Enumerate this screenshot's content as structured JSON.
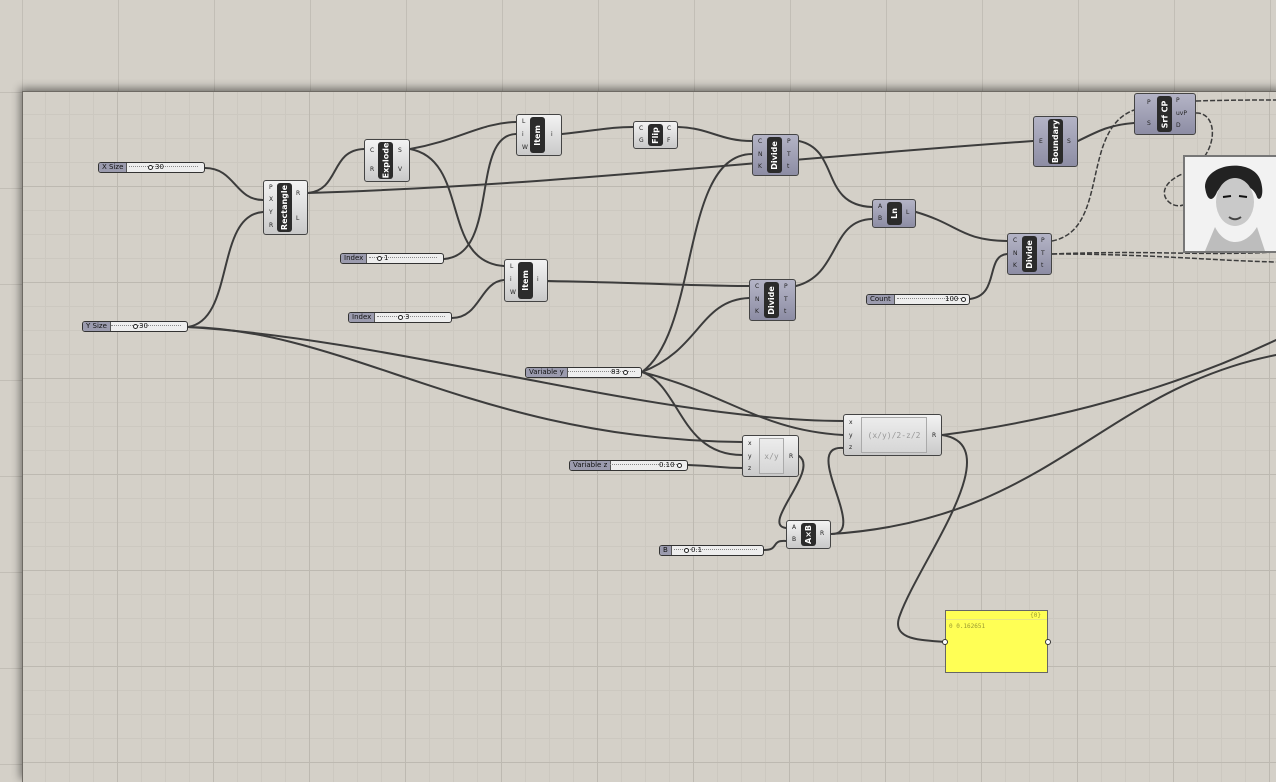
{
  "colors": {
    "canvas": "#d4d0c8",
    "component": "#dcdcdc",
    "component_dark": "#9e9eb4",
    "panel": "#ffff55",
    "wire": "#3c3c3c"
  },
  "sliders": {
    "x_size": {
      "label": "X Size",
      "value": "30"
    },
    "y_size": {
      "label": "Y Size",
      "value": "30"
    },
    "index1": {
      "label": "Index",
      "value": "1"
    },
    "index3": {
      "label": "Index",
      "value": "3"
    },
    "variable_y": {
      "label": "Variable y",
      "value": "83"
    },
    "variable_z": {
      "label": "Variable z",
      "value": "0.10"
    },
    "b": {
      "label": "B",
      "value": "0.1"
    },
    "count": {
      "label": "Count",
      "value": "100"
    }
  },
  "components": {
    "rectangle": {
      "name": "Rectangle",
      "inputs": [
        "P",
        "X",
        "Y",
        "R"
      ],
      "outputs": [
        "R",
        "L"
      ]
    },
    "explode": {
      "name": "Explode",
      "inputs": [
        "C",
        "R"
      ],
      "outputs": [
        "S",
        "V"
      ]
    },
    "item_top": {
      "name": "Item",
      "inputs": [
        "L",
        "i",
        "W"
      ],
      "outputs": [
        "i"
      ]
    },
    "item_mid": {
      "name": "Item",
      "inputs": [
        "L",
        "i",
        "W"
      ],
      "outputs": [
        "i"
      ]
    },
    "flip": {
      "name": "Flip",
      "inputs": [
        "C",
        "G"
      ],
      "outputs": [
        "C",
        "F"
      ]
    },
    "divide_top": {
      "name": "Divide",
      "inputs": [
        "C",
        "N",
        "K"
      ],
      "outputs": [
        "P",
        "T",
        "t"
      ]
    },
    "divide_mid": {
      "name": "Divide",
      "inputs": [
        "C",
        "N",
        "K"
      ],
      "outputs": [
        "P",
        "T",
        "t"
      ]
    },
    "ln": {
      "name": "Ln",
      "inputs": [
        "A",
        "B"
      ],
      "outputs": [
        "L"
      ]
    },
    "divide_right": {
      "name": "Divide",
      "inputs": [
        "C",
        "N",
        "K"
      ],
      "outputs": [
        "P",
        "T",
        "t"
      ]
    },
    "boundary": {
      "name": "Boundary",
      "inputs": [
        "E"
      ],
      "outputs": [
        "S"
      ]
    },
    "srf_cp": {
      "name": "Srf CP",
      "inputs": [
        "P",
        "S"
      ],
      "outputs": [
        "P",
        "uvP",
        "D"
      ]
    },
    "expr_xyz": {
      "expr": "(x/y)/2-z/2",
      "inputs": [
        "x",
        "y",
        "z"
      ],
      "outputs": [
        "R"
      ]
    },
    "expr_xy": {
      "expr": "x/y",
      "inputs": [
        "x",
        "y",
        "z"
      ],
      "outputs": [
        "R"
      ]
    },
    "axb": {
      "name": "A×B",
      "inputs": [
        "A",
        "B"
      ],
      "outputs": [
        "R"
      ]
    }
  },
  "panel": {
    "index": "{0}",
    "content": "0 0.162651"
  }
}
